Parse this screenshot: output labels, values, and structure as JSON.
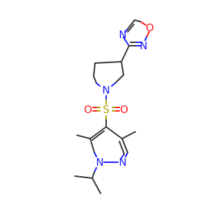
{
  "molecule": {
    "atom_colors": {
      "N": "#1a1aff",
      "O": "#ff1a1a",
      "S": "#b3a100",
      "C": "#333333"
    },
    "labels": {
      "oxadiazole_N4": "N",
      "oxadiazole_O1": "O",
      "oxadiazole_N2": "N",
      "pyrrolidine_N": "N",
      "sulfonyl_S": "S",
      "sulfonyl_O_left": "O",
      "sulfonyl_O_right": "O",
      "pyrazole_N1": "N",
      "pyrazole_N2": "N"
    }
  }
}
